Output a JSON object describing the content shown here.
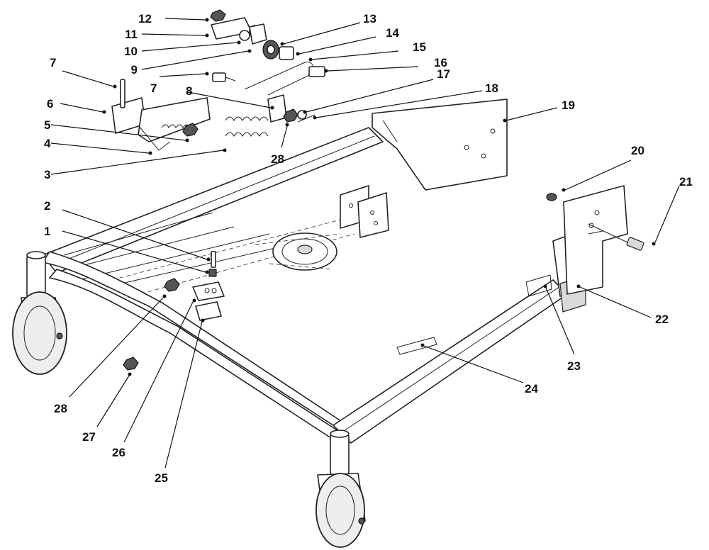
{
  "diagram": {
    "callouts": [
      {
        "id": "c12",
        "label": "12"
      },
      {
        "id": "c11",
        "label": "11"
      },
      {
        "id": "c10",
        "label": "10"
      },
      {
        "id": "c9",
        "label": "9"
      },
      {
        "id": "c13",
        "label": "13"
      },
      {
        "id": "c14",
        "label": "14"
      },
      {
        "id": "c15",
        "label": "15"
      },
      {
        "id": "c16",
        "label": "16"
      },
      {
        "id": "c7a",
        "label": "7"
      },
      {
        "id": "c7b",
        "label": "7"
      },
      {
        "id": "c8",
        "label": "8"
      },
      {
        "id": "c17",
        "label": "17"
      },
      {
        "id": "c18",
        "label": "18"
      },
      {
        "id": "c6",
        "label": "6"
      },
      {
        "id": "c5",
        "label": "5"
      },
      {
        "id": "c4",
        "label": "4"
      },
      {
        "id": "c3",
        "label": "3"
      },
      {
        "id": "c28a",
        "label": "28"
      },
      {
        "id": "c19",
        "label": "19"
      },
      {
        "id": "c20",
        "label": "20"
      },
      {
        "id": "c21",
        "label": "21"
      },
      {
        "id": "c2",
        "label": "2"
      },
      {
        "id": "c1",
        "label": "1"
      },
      {
        "id": "c22",
        "label": "22"
      },
      {
        "id": "c23",
        "label": "23"
      },
      {
        "id": "c24",
        "label": "24"
      },
      {
        "id": "c28b",
        "label": "28"
      },
      {
        "id": "c27",
        "label": "27"
      },
      {
        "id": "c26",
        "label": "26"
      },
      {
        "id": "c25",
        "label": "25"
      }
    ]
  }
}
